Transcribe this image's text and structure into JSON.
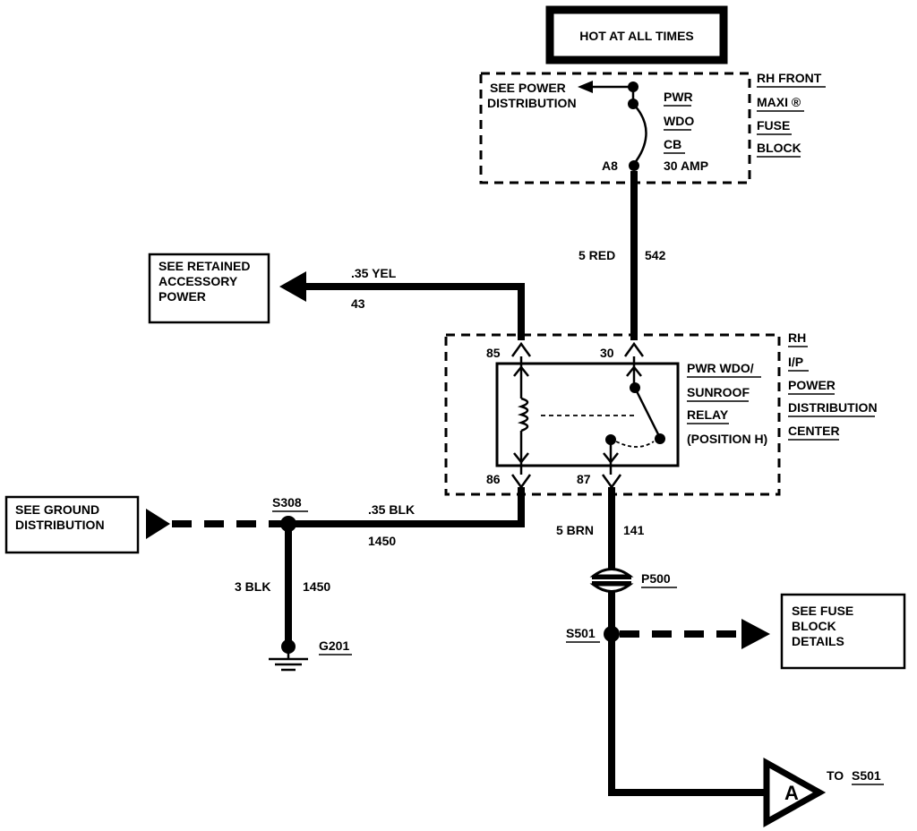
{
  "hot_label": "HOT AT ALL TIMES",
  "fuse_block": {
    "see_power_1": "SEE POWER",
    "see_power_2": "DISTRIBUTION",
    "breaker_l1": "PWR",
    "breaker_l2": "WDO",
    "breaker_l3": "CB",
    "breaker_l4": "30 AMP",
    "terminal": "A8",
    "name_l1": "RH FRONT",
    "name_l2": "MAXI ®",
    "name_l3": "FUSE",
    "name_l4": "BLOCK"
  },
  "wire_542": {
    "color": "5 RED",
    "circuit": "542"
  },
  "retained": {
    "l1": "SEE RETAINED",
    "l2": "ACCESSORY",
    "l3": "POWER",
    "wire_color": ".35 YEL",
    "circuit": "43"
  },
  "relay": {
    "pin85": "85",
    "pin30": "30",
    "pin86": "86",
    "pin87": "87",
    "name_l1": "PWR WDO/",
    "name_l2": "SUNROOF",
    "name_l3": "RELAY",
    "name_l4": "(POSITION H)",
    "center_l1": "RH",
    "center_l2": "I/P",
    "center_l3": "POWER",
    "center_l4": "DISTRIBUTION",
    "center_l5": "CENTER"
  },
  "ground_dist": {
    "l1": "SEE GROUND",
    "l2": "DISTRIBUTION"
  },
  "s308": "S308",
  "wire_1450_upper": {
    "color": ".35 BLK",
    "circuit": "1450"
  },
  "wire_1450_lower": {
    "color": "3 BLK",
    "circuit": "1450"
  },
  "g201": "G201",
  "wire_141": {
    "color": "5 BRN",
    "circuit": "141"
  },
  "p500": "P500",
  "s501": "S501",
  "fuse_details": {
    "l1": "SEE FUSE",
    "l2": "BLOCK",
    "l3": "DETAILS"
  },
  "connector_a": "A",
  "to_s501": "TO",
  "to_s501_ref": "S501"
}
